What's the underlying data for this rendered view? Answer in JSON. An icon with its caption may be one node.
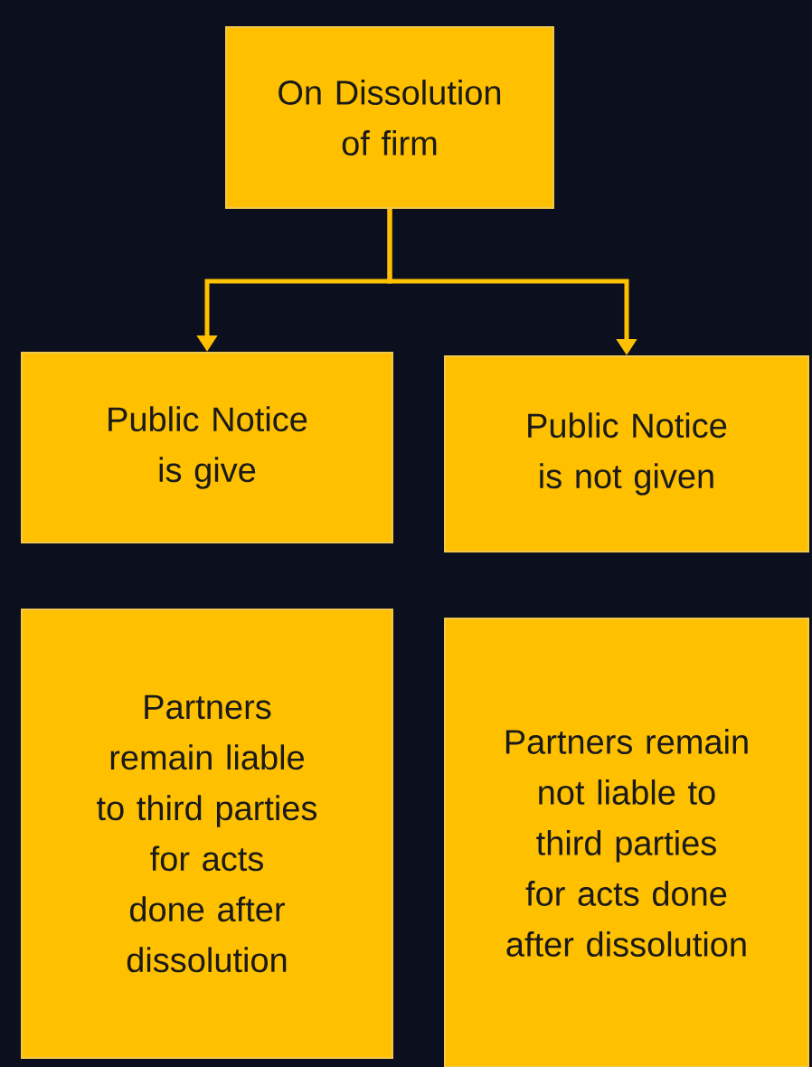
{
  "diagram": {
    "nodes": [
      {
        "text": [
          "On Dissolution of firm"
        ]
      },
      {
        "text": [
          "Public Notice is give"
        ]
      },
      {
        "text": [
          "Public Notice is not given"
        ]
      },
      {
        "text": [
          "Partners remain liable to third parties for acts done after dissolution"
        ]
      },
      {
        "text": [
          "Partners remain not liable to third parties for acts done after dissolution"
        ]
      }
    ],
    "edges": [
      {
        "from": 0,
        "to": 1,
        "arrow": "to"
      },
      {
        "from": 0,
        "to": 2,
        "arrow": "to"
      }
    ]
  }
}
